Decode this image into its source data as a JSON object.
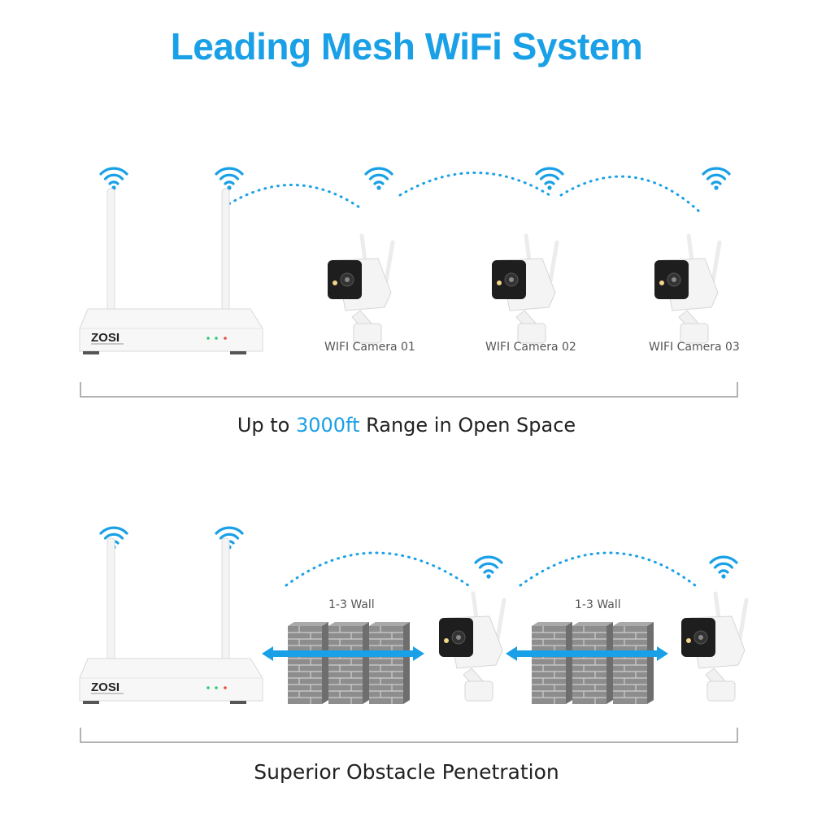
{
  "title": "Leading Mesh WiFi System",
  "colors": {
    "accent": "#1aa0e6",
    "text": "#222222",
    "caption": "#555555",
    "brick": "#8a8a8a",
    "bracket": "#888888"
  },
  "router": {
    "brand": "ZOSI"
  },
  "cameras": [
    {
      "label": "WIFI Camera 01"
    },
    {
      "label": "WIFI Camera 02"
    },
    {
      "label": "WIFI Camera 03"
    }
  ],
  "range_section": {
    "prefix": "Up to ",
    "highlight": "3000ft",
    "suffix": " Range in Open Space"
  },
  "obstacle_section": {
    "wall_label_1": "1-3 Wall",
    "wall_label_2": "1-3 Wall",
    "caption": "Superior Obstacle Penetration"
  },
  "icons": [
    "wifi-icon",
    "router-icon",
    "camera-icon",
    "brick-wall-icon",
    "double-arrow-icon"
  ]
}
